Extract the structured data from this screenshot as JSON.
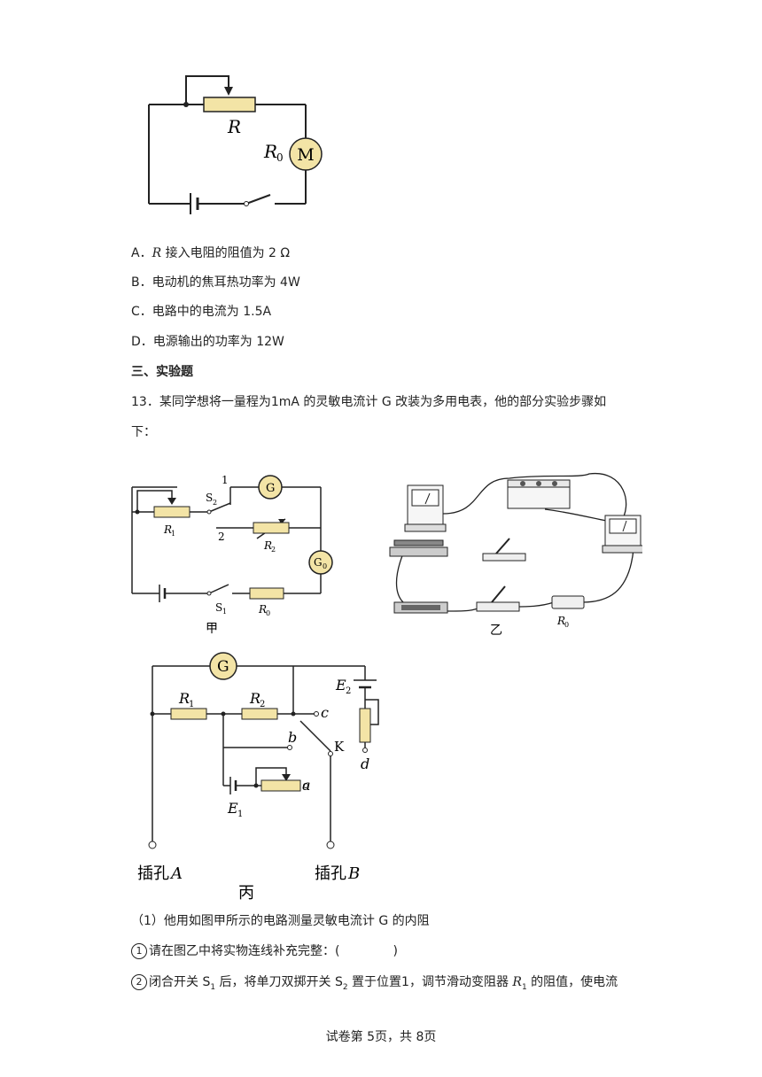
{
  "fig_top": {
    "r_label": "R",
    "r0_label": "R",
    "r0_sub": "0",
    "motor_label": "M"
  },
  "options": [
    {
      "letter": "A．",
      "pre": "",
      "var": "R",
      "text": " 接入电阻的阻值为 2 Ω"
    },
    {
      "letter": "B．",
      "pre": "",
      "var": "",
      "text": "电动机的焦耳热功率为 4W"
    },
    {
      "letter": "C．",
      "pre": "",
      "var": "",
      "text": "电路中的电流为 1.5A"
    },
    {
      "letter": "D．",
      "pre": "",
      "var": "",
      "text": "电源输出的功率为 12W"
    }
  ],
  "section_title": "三、实验题",
  "q13": {
    "line1": "13．某同学想将一量程为1mA 的灵敏电流计 G 改装为多用电表，他的部分实验步骤如",
    "line2": "下："
  },
  "fig_jia": {
    "caption": "甲",
    "s2": "S",
    "s2_sub": "2",
    "one": "1",
    "two": "2",
    "r1": "R",
    "r1_sub": "1",
    "r2": "R",
    "r2_sub": "2",
    "g": "G",
    "g0": "G",
    "g0_sub": "0",
    "s1": "S",
    "s1_sub": "1",
    "r0": "R",
    "r0_sub": "0"
  },
  "fig_yi": {
    "caption": "乙",
    "r0": "R",
    "r0_sub": "0"
  },
  "fig_bing": {
    "caption": "丙",
    "g": "G",
    "r1": "R",
    "r1_sub": "1",
    "r2": "R",
    "r2_sub": "2",
    "e2": "E",
    "e2_sub": "2",
    "e1": "E",
    "e1_sub": "1",
    "c": "c",
    "b": "b",
    "a": "a",
    "d": "d",
    "k": "K",
    "jack_a": "插孔",
    "jack_a_var": "A",
    "jack_b": "插孔",
    "jack_b_var": "B"
  },
  "part1": "（1）他用如图甲所示的电路测量灵敏电流计 G 的内阻",
  "step1": {
    "num": "1",
    "text": "请在图乙中将实物连线补充完整：(",
    "close": ")"
  },
  "step2": {
    "num": "2",
    "t1": "闭合开关 S",
    "t1sub": "1",
    "t2": " 后，将单刀双掷开关 S",
    "t2sub": "2",
    "t3": " 置于位置1，调节滑动变阻器 ",
    "var": "R",
    "varsub": "1",
    "t4": " 的阻值，使电流"
  },
  "footer": "试卷第 5页，共 8页"
}
